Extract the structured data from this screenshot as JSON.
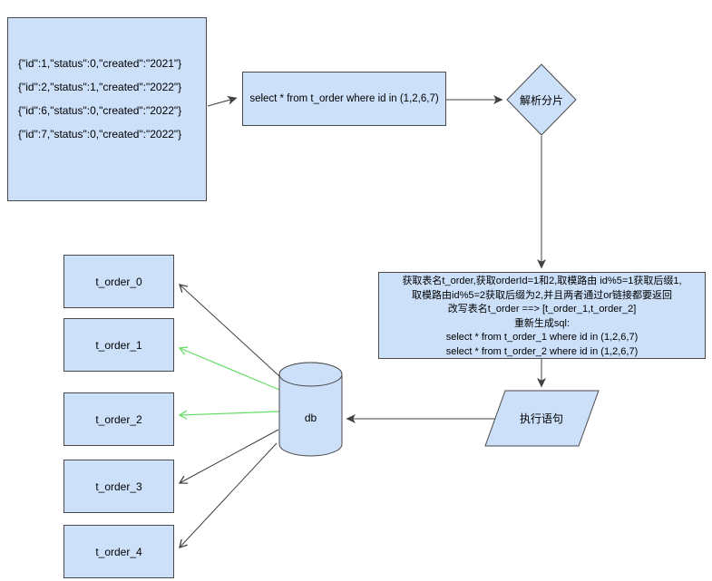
{
  "records_box": {
    "lines": [
      "{\"id\":1,\"status\":0,\"created\":\"2021\"}",
      "{\"id\":2,\"status\":1,\"created\":\"2022\"}",
      "{\"id\":6,\"status\":0,\"created\":\"2022\"}",
      "{\"id\":7,\"status\":0,\"created\":\"2022\"}"
    ]
  },
  "query_box": {
    "label": "select * from t_order where id in (1,2,6,7)"
  },
  "decision_diamond": {
    "label": "解析分片"
  },
  "routing_box": {
    "lines": [
      "获取表名t_order,获取orderId=1和2,取模路由 id%5=1获取后缀1,",
      "取模路由id%5=2获取后缀为2,并且两者通过or链接都要返回",
      "改写表名t_order ==> [t_order_1,t_order_2]",
      "重新生成sql:",
      "select * from t_order_1 where id in (1,2,6,7)",
      "select * from t_order_2 where id in (1,2,6,7)"
    ]
  },
  "execute_step": {
    "label": "执行语句"
  },
  "database": {
    "label": "db"
  },
  "tables": [
    "t_order_0",
    "t_order_1",
    "t_order_2",
    "t_order_3",
    "t_order_4"
  ],
  "colors": {
    "node_fill": "#cce0fa",
    "node_border": "#4a4a4a",
    "arrow_black": "#404040",
    "arrow_green_highlight": "#66dd66",
    "background": "#ffffff"
  }
}
